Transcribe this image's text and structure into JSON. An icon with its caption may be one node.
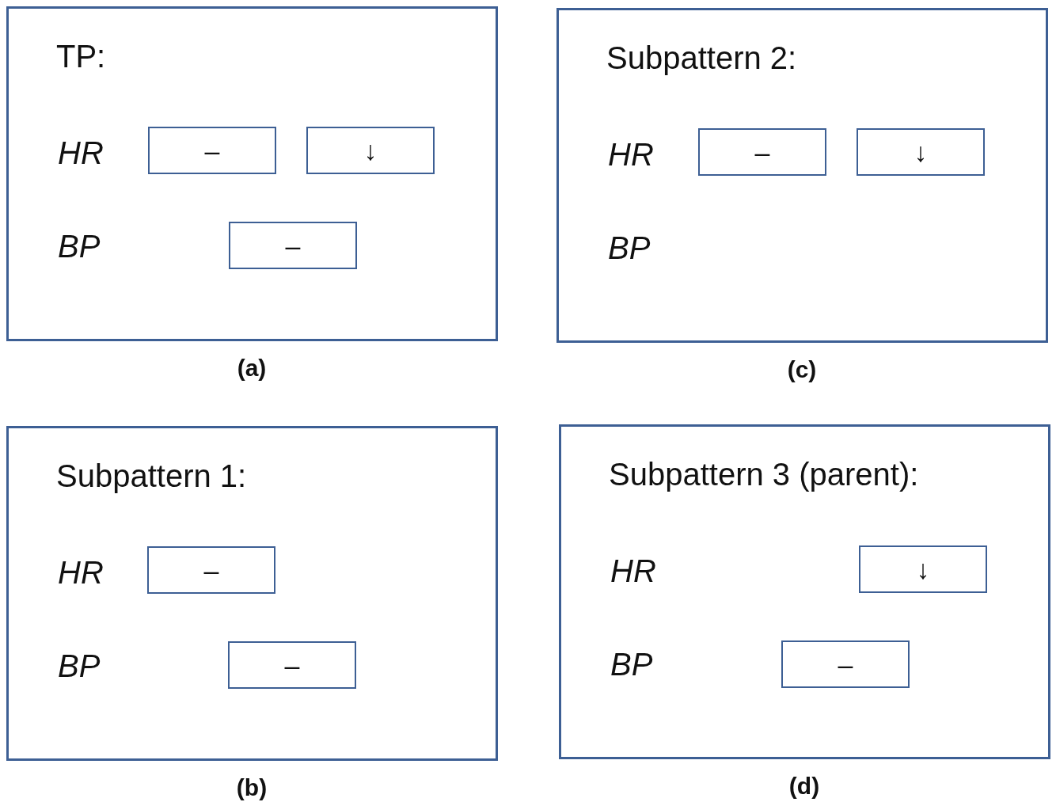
{
  "diagram": {
    "nodes": [
      {
        "text": [
          "TP:",
          "HR",
          "BP"
        ],
        "beside": [
          "(a)"
        ]
      },
      {
        "text": [
          "–"
        ],
        "in": 0
      },
      {
        "text": [
          "↓"
        ],
        "in": 0
      },
      {
        "text": [
          "–"
        ],
        "in": 0
      },
      {
        "text": [
          "Subpattern 2:",
          "HR",
          "BP"
        ],
        "beside": [
          "(c)"
        ]
      },
      {
        "text": [
          "–"
        ],
        "in": 4
      },
      {
        "text": [
          "↓"
        ],
        "in": 4
      },
      {
        "text": [
          "Subpattern 1:",
          "HR",
          "BP"
        ],
        "beside": [
          "(b)"
        ]
      },
      {
        "text": [
          "–"
        ],
        "in": 7
      },
      {
        "text": [
          "–"
        ],
        "in": 7
      },
      {
        "text": [
          "Subpattern 3 (parent):",
          "HR",
          "BP"
        ],
        "beside": [
          "(d)"
        ]
      },
      {
        "text": [
          "↓"
        ],
        "in": 10
      },
      {
        "text": [
          "–"
        ],
        "in": 10
      }
    ]
  }
}
